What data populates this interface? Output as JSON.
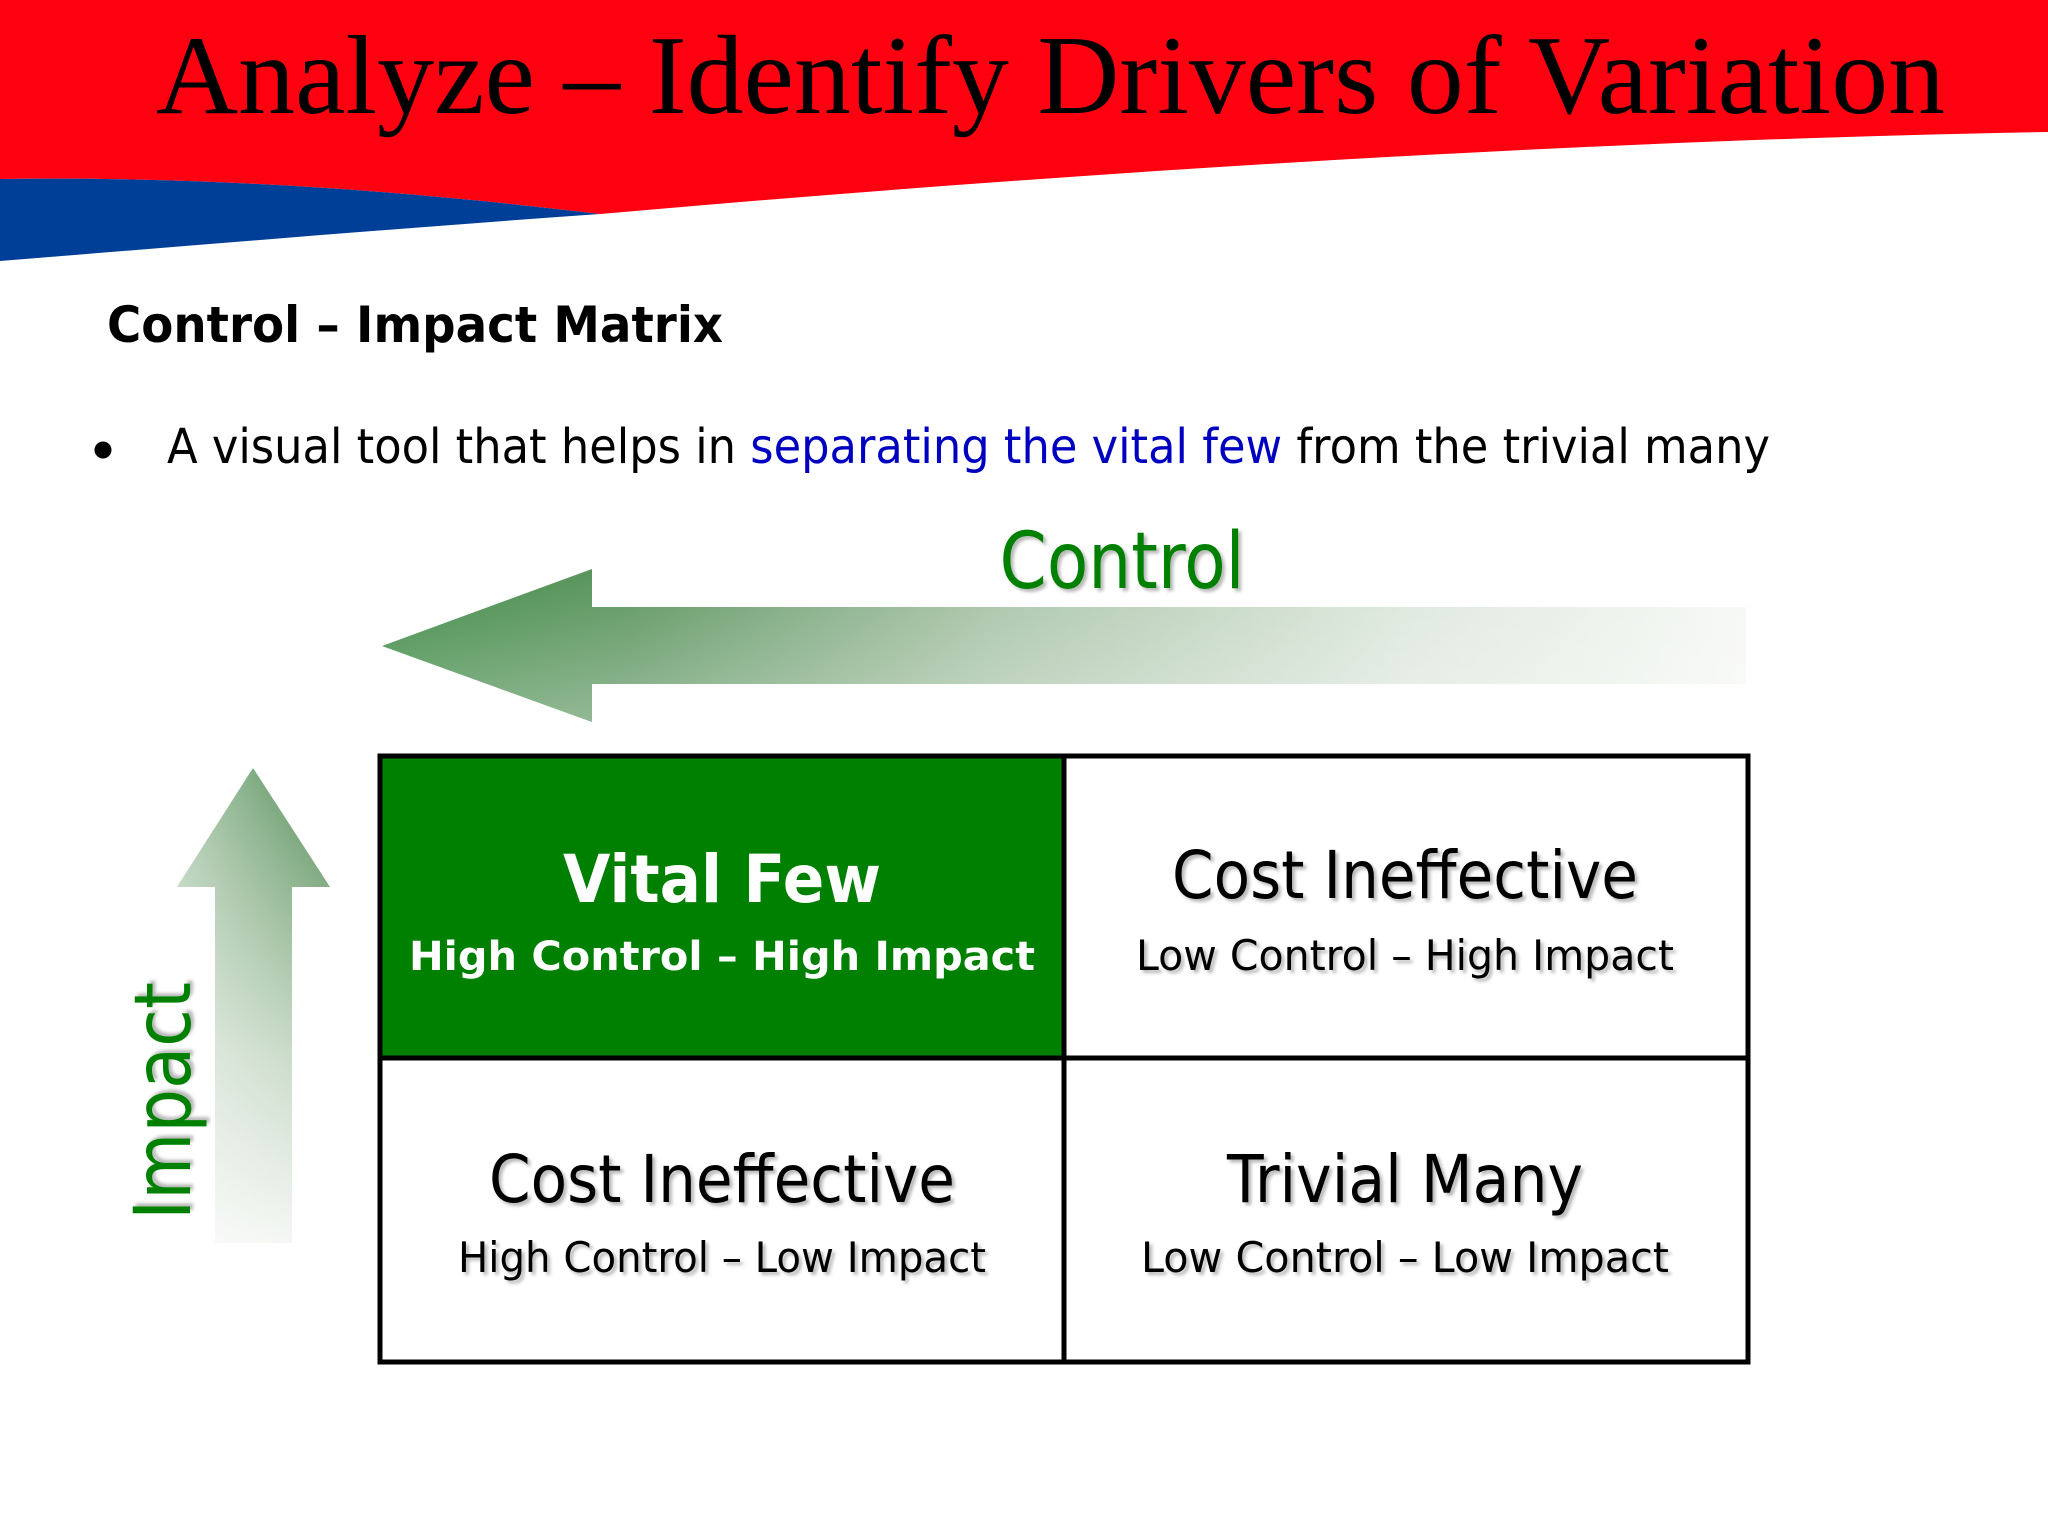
{
  "slide": {
    "title": "Analyze – Identify Drivers of Variation",
    "heading": "Control – Impact Matrix",
    "bullet": {
      "prefix": "A visual tool that helps in ",
      "highlight": "separating the vital few",
      "suffix": " from the trivial many"
    }
  },
  "colors": {
    "header_red": "#ff0010",
    "header_blue": "#003f98",
    "highlight_blue": "#0000c0",
    "axis_green": "#008000",
    "vital_few_fill": "#008000",
    "arrow_dark": "#4a8a4a",
    "border": "#000000"
  },
  "axes": {
    "control_label": "Control",
    "control_direction": "left",
    "impact_label": "Impact",
    "impact_direction": "up"
  },
  "matrix": {
    "cells": [
      {
        "position": "top-left",
        "title": "Vital Few",
        "subtitle": "High Control – High Impact",
        "highlighted": true
      },
      {
        "position": "top-right",
        "title": "Cost Ineffective",
        "subtitle": "Low Control – High Impact",
        "highlighted": false
      },
      {
        "position": "bottom-left",
        "title": "Cost Ineffective",
        "subtitle": "High Control – Low Impact",
        "highlighted": false
      },
      {
        "position": "bottom-right",
        "title": "Trivial Many",
        "subtitle": "Low Control – Low Impact",
        "highlighted": false
      }
    ]
  }
}
